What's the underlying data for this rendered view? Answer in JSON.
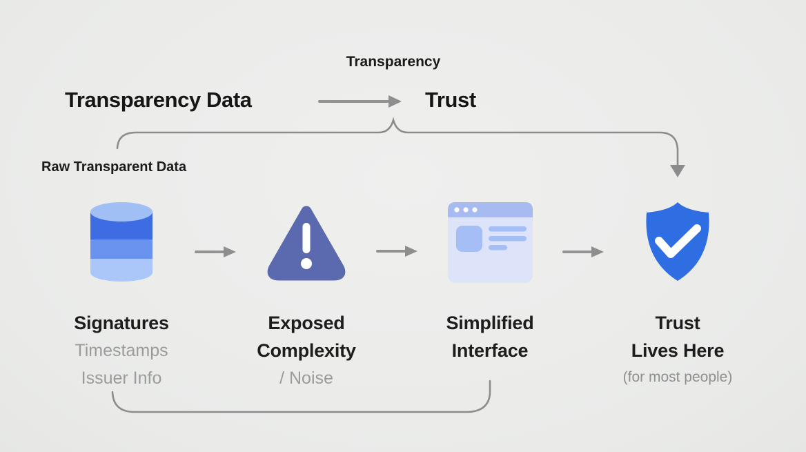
{
  "title_row": {
    "above_arrow_label": "Transparency",
    "left_term": "Transparency Data",
    "right_term": "Trust"
  },
  "raw_data_label": "Raw Transparent Data",
  "columns": [
    {
      "icon": "database-icon",
      "lines": [
        "Signatures",
        "Timestamps",
        "Issuer Info"
      ]
    },
    {
      "icon": "warning-triangle-icon",
      "lines": [
        "Exposed",
        "Complexity",
        "/ Noise"
      ]
    },
    {
      "icon": "browser-window-icon",
      "lines": [
        "Simplified",
        "Interface"
      ]
    },
    {
      "icon": "shield-check-icon",
      "lines": [
        "Trust",
        "Lives Here",
        "(for most people)"
      ]
    }
  ],
  "colors": {
    "background": "#ecedeb",
    "text_dark": "#1a1a1a",
    "text_gray": "#9b9b9b",
    "arrow_gray": "#929292",
    "connector_gray": "#8c8c8c",
    "db_top": "#9fbff5",
    "db_dark_band": "#3e6ce2",
    "db_mid_band": "#6a93ef",
    "db_light_band": "#abc6f8",
    "warning_indigo": "#5b69ae",
    "browser_body": "#dde3f9",
    "browser_header": "#a8bbf0",
    "browser_content": "#a5bef5",
    "shield_blue": "#2f6de2"
  }
}
